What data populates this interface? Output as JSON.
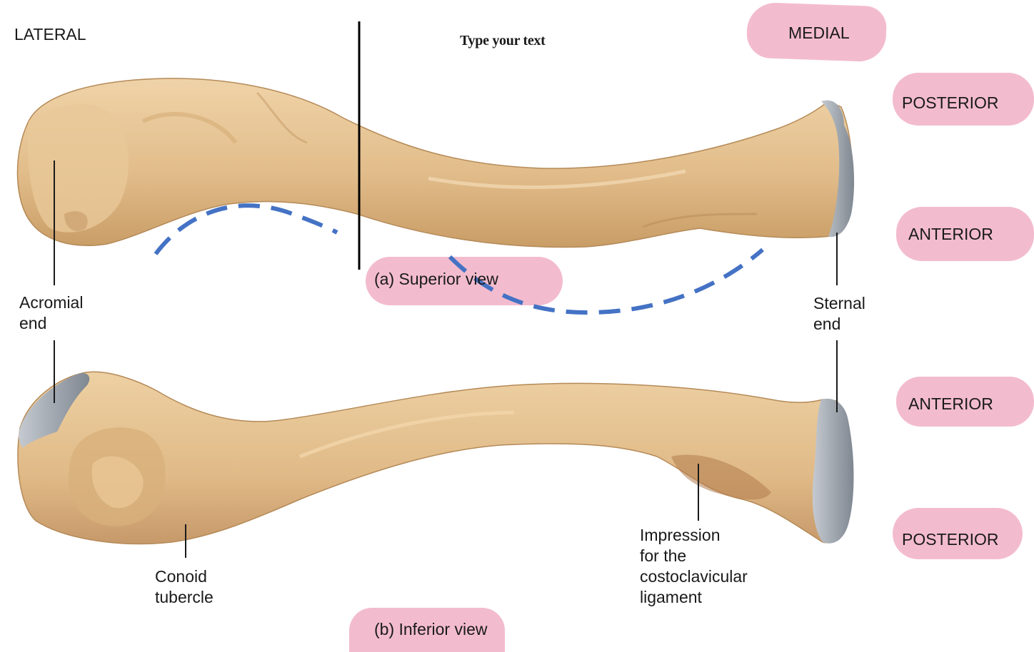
{
  "header": {
    "lateral": "LATERAL",
    "medial": "MEDIAL",
    "type_text": "Type your text"
  },
  "orientation": {
    "superior": {
      "top": "POSTERIOR",
      "bottom": "ANTERIOR"
    },
    "inferior": {
      "top": "ANTERIOR",
      "bottom": "POSTERIOR"
    }
  },
  "captions": {
    "superior": "(a) Superior view",
    "inferior": "(b) Inferior view"
  },
  "labels": {
    "acromial_end": [
      "Acromial",
      "end"
    ],
    "sternal_end": [
      "Sternal",
      "end"
    ],
    "conoid_tubercle": [
      "Conoid",
      "tubercle"
    ],
    "costoclavicular": [
      "Impression",
      "for the",
      "costoclavicular",
      "ligament"
    ]
  },
  "colors": {
    "bone": "#e3bf8e",
    "bone_shadow": "#c79a64",
    "cartilage": "#a6adb6",
    "highlight": "#f2b8cb",
    "dash": "#4472c4"
  }
}
